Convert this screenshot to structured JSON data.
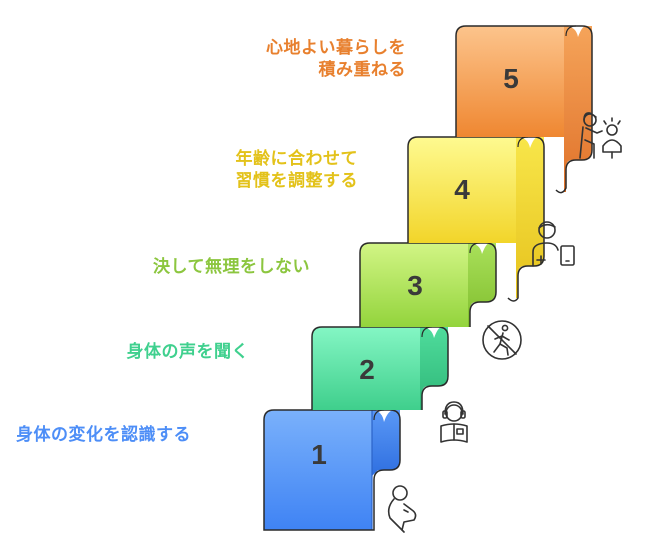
{
  "steps": [
    {
      "number": "1",
      "lines": [
        "身体の変化を認識する"
      ],
      "color": "#4d8ef7",
      "gradient": [
        "#7ab1fb",
        "#3f83f4"
      ]
    },
    {
      "number": "2",
      "lines": [
        "身体の声を聞く"
      ],
      "color": "#3fd08e",
      "gradient": [
        "#7af4be",
        "#3fd08e"
      ]
    },
    {
      "number": "3",
      "lines": [
        "決して無理をしない"
      ],
      "color": "#8cc63f",
      "gradient": [
        "#c8f27a",
        "#94d63f"
      ]
    },
    {
      "number": "4",
      "lines": [
        "年齢に合わせて",
        "習慣を調整する"
      ],
      "color": "#e3c21a",
      "gradient": [
        "#fdf78a",
        "#f3d72a"
      ]
    },
    {
      "number": "5",
      "lines": [
        "心地よい暮らしを",
        "積み重ねる"
      ],
      "color": "#e8802e",
      "gradient": [
        "#fbbd82",
        "#f08a34"
      ]
    }
  ],
  "icons": [
    "person-thinking-icon",
    "person-reading-icon",
    "no-running-icon",
    "person-tablet-icon",
    "person-helping-icon"
  ]
}
